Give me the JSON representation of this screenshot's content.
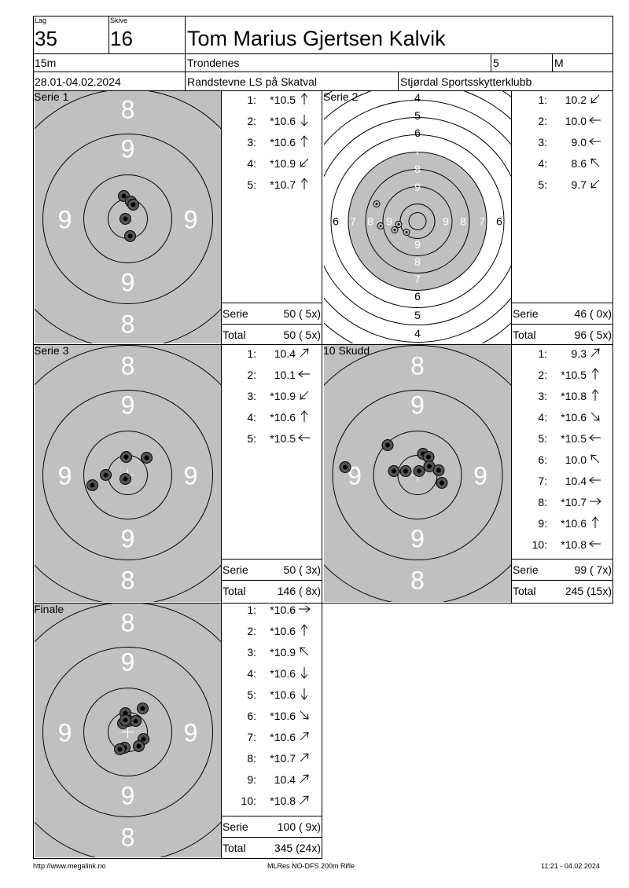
{
  "header": {
    "lag_label": "Lag",
    "lag": "35",
    "skive_label": "Skive",
    "skive": "16",
    "name": "Tom Marius Gjertsen Kalvik",
    "distance": "15m",
    "club_local": "Trondenes",
    "class_num": "5",
    "class_letter": "M",
    "date": "28.01-04.02.2024",
    "event": "Randstevne LS på Skatval",
    "organizer": "Stjørdal Sportsskytterklubb"
  },
  "panels": [
    {
      "label": "Serie 1",
      "target": "large",
      "shots": [
        {
          "n": "1:",
          "v": "*10.5",
          "arrow": "up"
        },
        {
          "n": "2:",
          "v": "*10.6",
          "arrow": "down"
        },
        {
          "n": "3:",
          "v": "*10.6",
          "arrow": "up"
        },
        {
          "n": "4:",
          "v": "*10.9",
          "arrow": "down-left"
        },
        {
          "n": "5:",
          "v": "*10.7",
          "arrow": "up"
        }
      ],
      "sum1_label": "Serie",
      "sum1": "50 ( 5x)",
      "sum2_label": "Total",
      "sum2": "50 ( 5x)"
    },
    {
      "label": "Serie 2",
      "target": "full",
      "shots": [
        {
          "n": "1:",
          "v": "10.2",
          "arrow": "down-left"
        },
        {
          "n": "2:",
          "v": "10.0",
          "arrow": "left"
        },
        {
          "n": "3:",
          "v": "9.0",
          "arrow": "left"
        },
        {
          "n": "4:",
          "v": "8.6",
          "arrow": "up-left"
        },
        {
          "n": "5:",
          "v": "9.7",
          "arrow": "down-left"
        }
      ],
      "sum1_label": "Serie",
      "sum1": "46 ( 0x)",
      "sum2_label": "Total",
      "sum2": "96 ( 5x)"
    },
    {
      "label": "Serie 3",
      "target": "large",
      "shots": [
        {
          "n": "1:",
          "v": "10.4",
          "arrow": "up-right"
        },
        {
          "n": "2:",
          "v": "10.1",
          "arrow": "left"
        },
        {
          "n": "3:",
          "v": "*10.9",
          "arrow": "down-left"
        },
        {
          "n": "4:",
          "v": "*10.6",
          "arrow": "up"
        },
        {
          "n": "5:",
          "v": "*10.5",
          "arrow": "left"
        }
      ],
      "sum1_label": "Serie",
      "sum1": "50 ( 3x)",
      "sum2_label": "Total",
      "sum2": "146 ( 8x)"
    },
    {
      "label": "10 Skudd",
      "target": "large",
      "shots": [
        {
          "n": "1:",
          "v": "9.3",
          "arrow": "up-right"
        },
        {
          "n": "2:",
          "v": "*10.5",
          "arrow": "up"
        },
        {
          "n": "3:",
          "v": "*10.8",
          "arrow": "up"
        },
        {
          "n": "4:",
          "v": "*10.6",
          "arrow": "down-right"
        },
        {
          "n": "5:",
          "v": "*10.5",
          "arrow": "left"
        },
        {
          "n": "6:",
          "v": "10.0",
          "arrow": "up-left"
        },
        {
          "n": "7:",
          "v": "10.4",
          "arrow": "left"
        },
        {
          "n": "8:",
          "v": "*10.7",
          "arrow": "right"
        },
        {
          "n": "9:",
          "v": "*10.6",
          "arrow": "up"
        },
        {
          "n": "10:",
          "v": "*10.8",
          "arrow": "left"
        }
      ],
      "sum1_label": "Serie",
      "sum1": "99 ( 7x)",
      "sum2_label": "Total",
      "sum2": "245 (15x)"
    },
    {
      "label": "Finale",
      "target": "large",
      "shots": [
        {
          "n": "1:",
          "v": "*10.6",
          "arrow": "right"
        },
        {
          "n": "2:",
          "v": "*10.6",
          "arrow": "up"
        },
        {
          "n": "3:",
          "v": "*10.9",
          "arrow": "up-left"
        },
        {
          "n": "4:",
          "v": "*10.6",
          "arrow": "down"
        },
        {
          "n": "5:",
          "v": "*10.6",
          "arrow": "down"
        },
        {
          "n": "6:",
          "v": "*10.6",
          "arrow": "down-right"
        },
        {
          "n": "7:",
          "v": "*10.6",
          "arrow": "up-right"
        },
        {
          "n": "8:",
          "v": "*10.7",
          "arrow": "up-right"
        },
        {
          "n": "9:",
          "v": "10.4",
          "arrow": "up-right"
        },
        {
          "n": "10:",
          "v": "*10.8",
          "arrow": "up-right"
        }
      ],
      "sum1_label": "Serie",
      "sum1": "100 ( 9x)",
      "sum2_label": "Total",
      "sum2": "345 (24x)"
    }
  ],
  "large_target_labels": {
    "top": "8",
    "upper": "9",
    "left": "9",
    "right": "9",
    "lower": "9",
    "bottom": "8"
  },
  "full_target_labels": {
    "top": [
      "4",
      "5",
      "6",
      "7",
      "8",
      "9"
    ],
    "bottom": [
      "9",
      "8",
      "7",
      "6",
      "5",
      "4"
    ],
    "left": [
      "6",
      "7",
      "8",
      "9"
    ],
    "right": [
      "9",
      "8",
      "7",
      "6"
    ]
  },
  "footer": {
    "left": "http://www.megalink.no",
    "center": "MLRes NO-DFS 200m Rifle",
    "right": "11:21 - 04.02.2024"
  },
  "colors": {
    "target_gray": "#c0c0c0",
    "line": "#000000"
  }
}
